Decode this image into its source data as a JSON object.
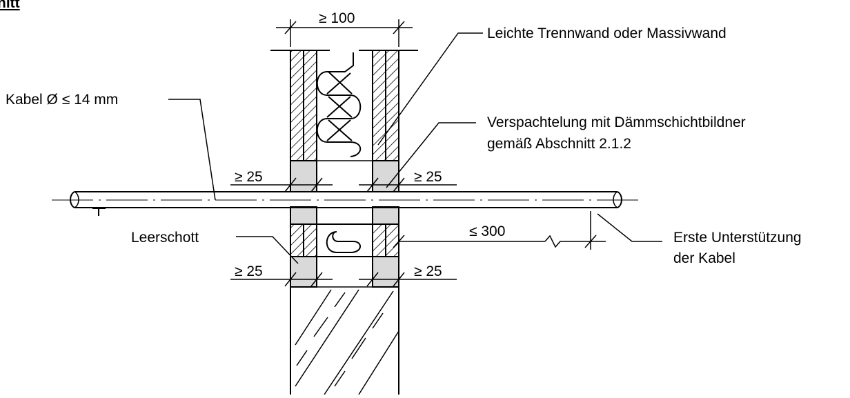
{
  "title": "nitt",
  "dimensions": {
    "wall_width": "≥ 100",
    "seal_top_left": "≥ 25",
    "seal_top_right": "≥ 25",
    "seal_bottom_left": "≥ 25",
    "seal_bottom_right": "≥ 25",
    "support_distance": "≤ 300"
  },
  "labels": {
    "wall": "Leichte Trennwand oder Massivwand",
    "cable": "Kabel Ø ≤  14 mm",
    "coating_line1": "Verspachtelung mit Dämmschichtbildner",
    "coating_line2": "gemäß Abschnitt 2.1.2",
    "blank_seal": "Leerschott",
    "support_line1": "Erste Unterstützung",
    "support_line2": "der Kabel"
  }
}
